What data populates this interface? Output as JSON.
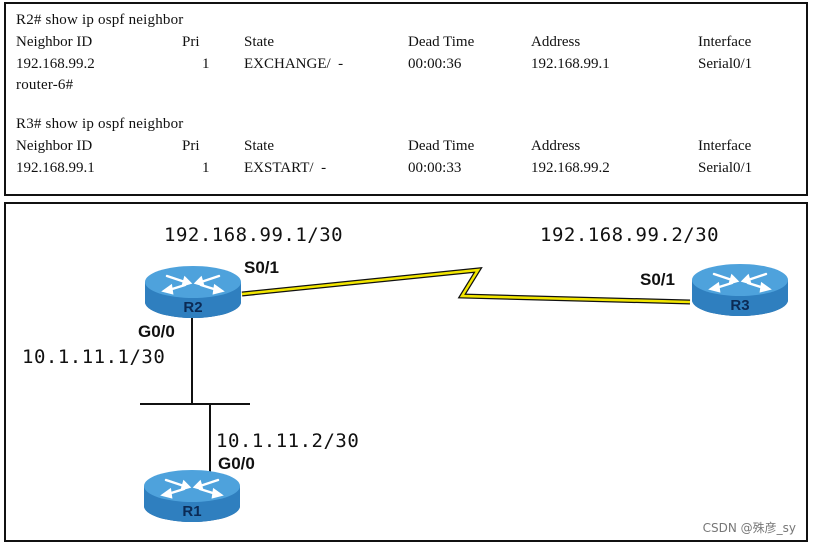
{
  "terminal": {
    "r2_command": "R2# show ip ospf neighbor",
    "headers": [
      "Neighbor ID",
      "Pri",
      "State",
      "Dead Time",
      "Address",
      "Interface"
    ],
    "r2_row": [
      "192.168.99.2",
      "1",
      "EXCHANGE/  -",
      "00:00:36",
      "192.168.99.1",
      "Serial0/1"
    ],
    "r2_prompt": "router-6#",
    "r3_command": "R3# show ip ospf neighbor",
    "r3_row": [
      "192.168.99.1",
      "1",
      "EXSTART/  -",
      "00:00:33",
      "192.168.99.2",
      "Serial0/1"
    ]
  },
  "topology": {
    "r2_ip": "192.168.99.1/30",
    "r3_ip": "192.168.99.2/30",
    "r2_serial": "S0/1",
    "r3_serial": "S0/1",
    "r2_gig": "G0/0",
    "r1_gig": "G0/0",
    "lan_r2_ip": "10.1.11.1/30",
    "lan_r1_ip": "10.1.11.2/30",
    "routers": {
      "r1": "R1",
      "r2": "R2",
      "r3": "R3"
    }
  },
  "colors": {
    "router_body": "#2f7fbf",
    "router_top": "#4ea2dc",
    "serial_link": "#f2e600"
  },
  "watermark": "CSDN @殊彦_sy"
}
